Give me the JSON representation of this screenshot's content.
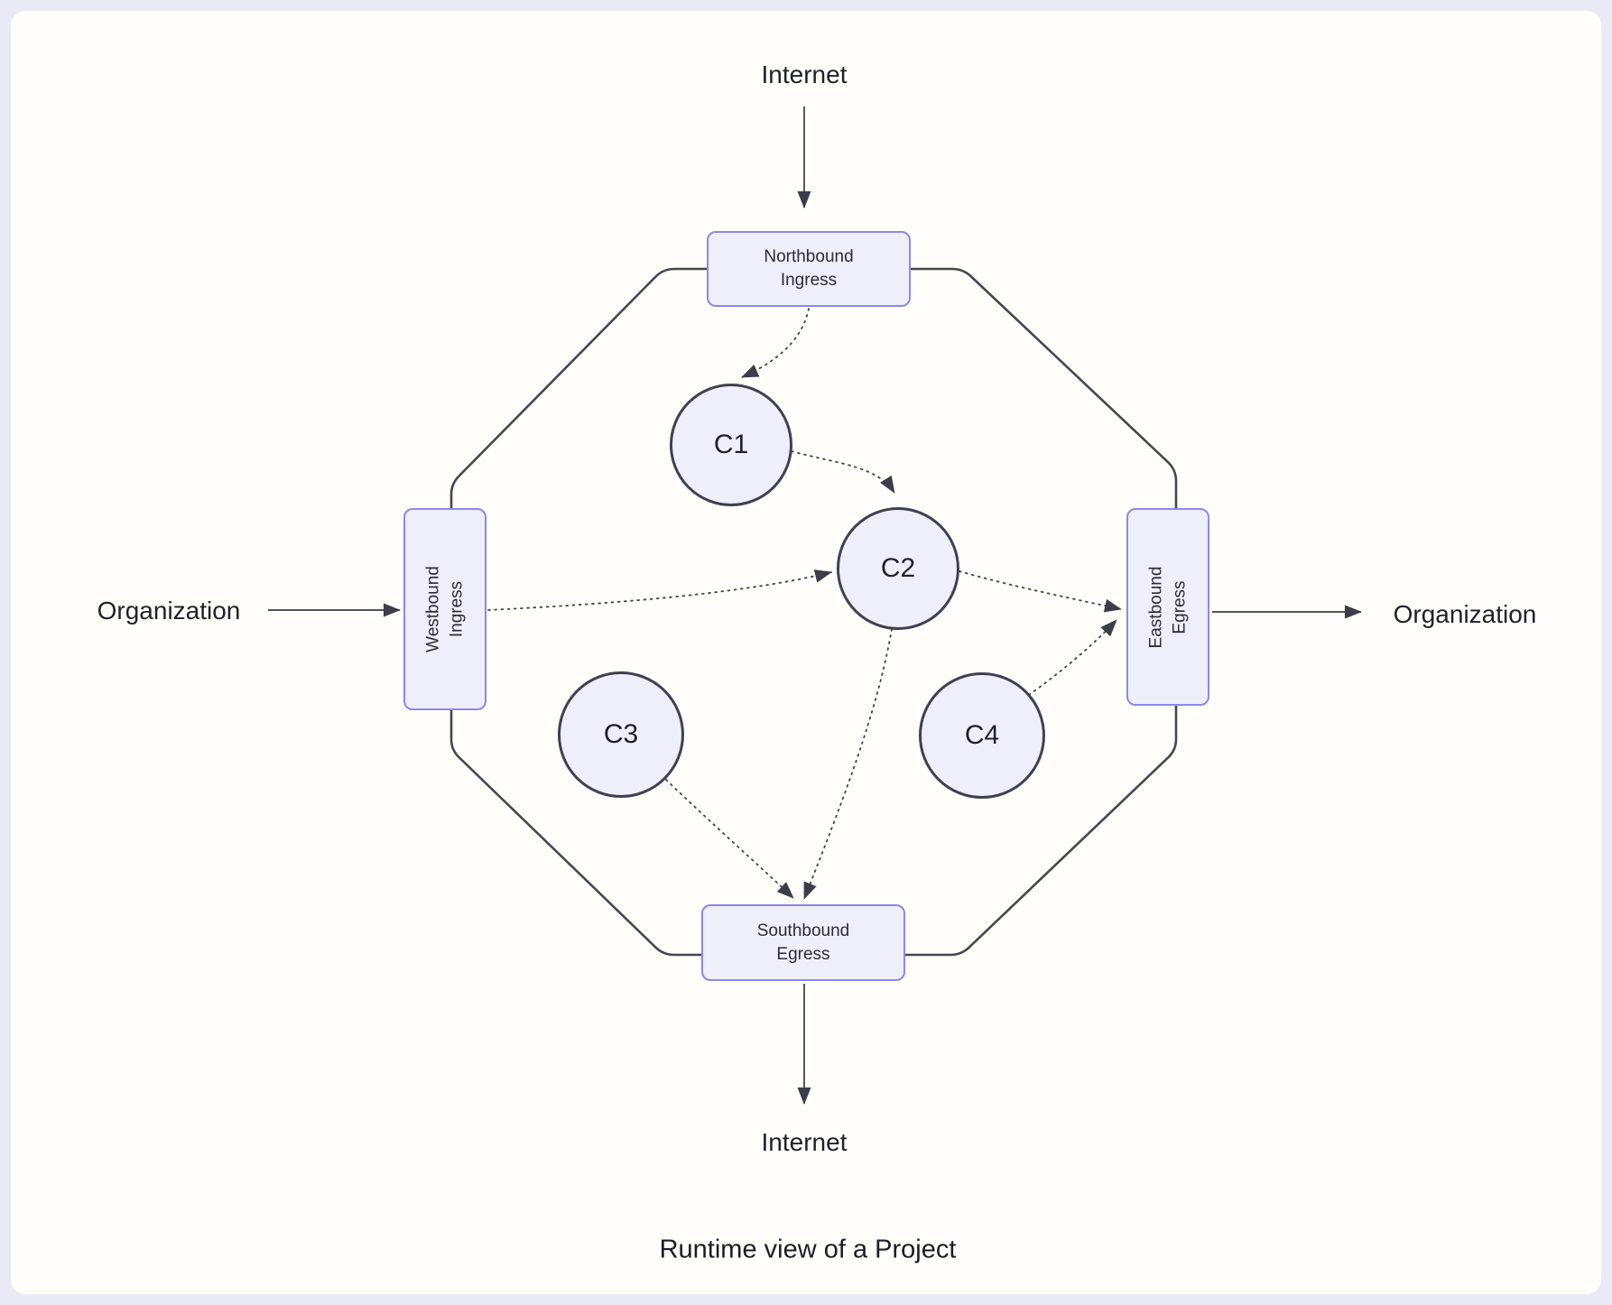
{
  "title": {
    "caption": "Runtime view of a Project"
  },
  "external": {
    "internet_top": "Internet",
    "internet_bottom": "Internet",
    "organization_left": "Organization",
    "organization_right": "Organization"
  },
  "gateways": {
    "north": {
      "lines": [
        "Northbound",
        "Ingress"
      ]
    },
    "west": {
      "lines": [
        "Westbound",
        "Ingress"
      ]
    },
    "east": {
      "lines": [
        "Eastbound",
        "Egress"
      ]
    },
    "south": {
      "lines": [
        "Southbound",
        "Egress"
      ]
    }
  },
  "components": {
    "c1": "C1",
    "c2": "C2",
    "c3": "C3",
    "c4": "C4"
  },
  "connections": [
    {
      "from": "Internet",
      "to": "Northbound Ingress",
      "style": "solid"
    },
    {
      "from": "Organization",
      "to": "Westbound Ingress",
      "style": "solid"
    },
    {
      "from": "Eastbound Egress",
      "to": "Organization",
      "style": "solid"
    },
    {
      "from": "Southbound Egress",
      "to": "Internet",
      "style": "solid"
    },
    {
      "from": "Northbound Ingress",
      "to": "C1",
      "style": "dotted"
    },
    {
      "from": "C1",
      "to": "C2",
      "style": "dotted"
    },
    {
      "from": "Westbound Ingress",
      "to": "C2",
      "style": "dotted"
    },
    {
      "from": "C2",
      "to": "Eastbound Egress",
      "style": "dotted"
    },
    {
      "from": "C4",
      "to": "Eastbound Egress",
      "style": "dotted"
    },
    {
      "from": "C2",
      "to": "Southbound Egress",
      "style": "dotted"
    },
    {
      "from": "C3",
      "to": "Southbound Egress",
      "style": "dotted"
    }
  ],
  "colors": {
    "frame": "#E9EAF6",
    "paper": "#FFFEFA",
    "node-fill": "#EFEFFB",
    "gateway-border": "#8C88EC",
    "component-border": "#3F4150",
    "line": "#3C3D47",
    "text": "#22232E"
  }
}
